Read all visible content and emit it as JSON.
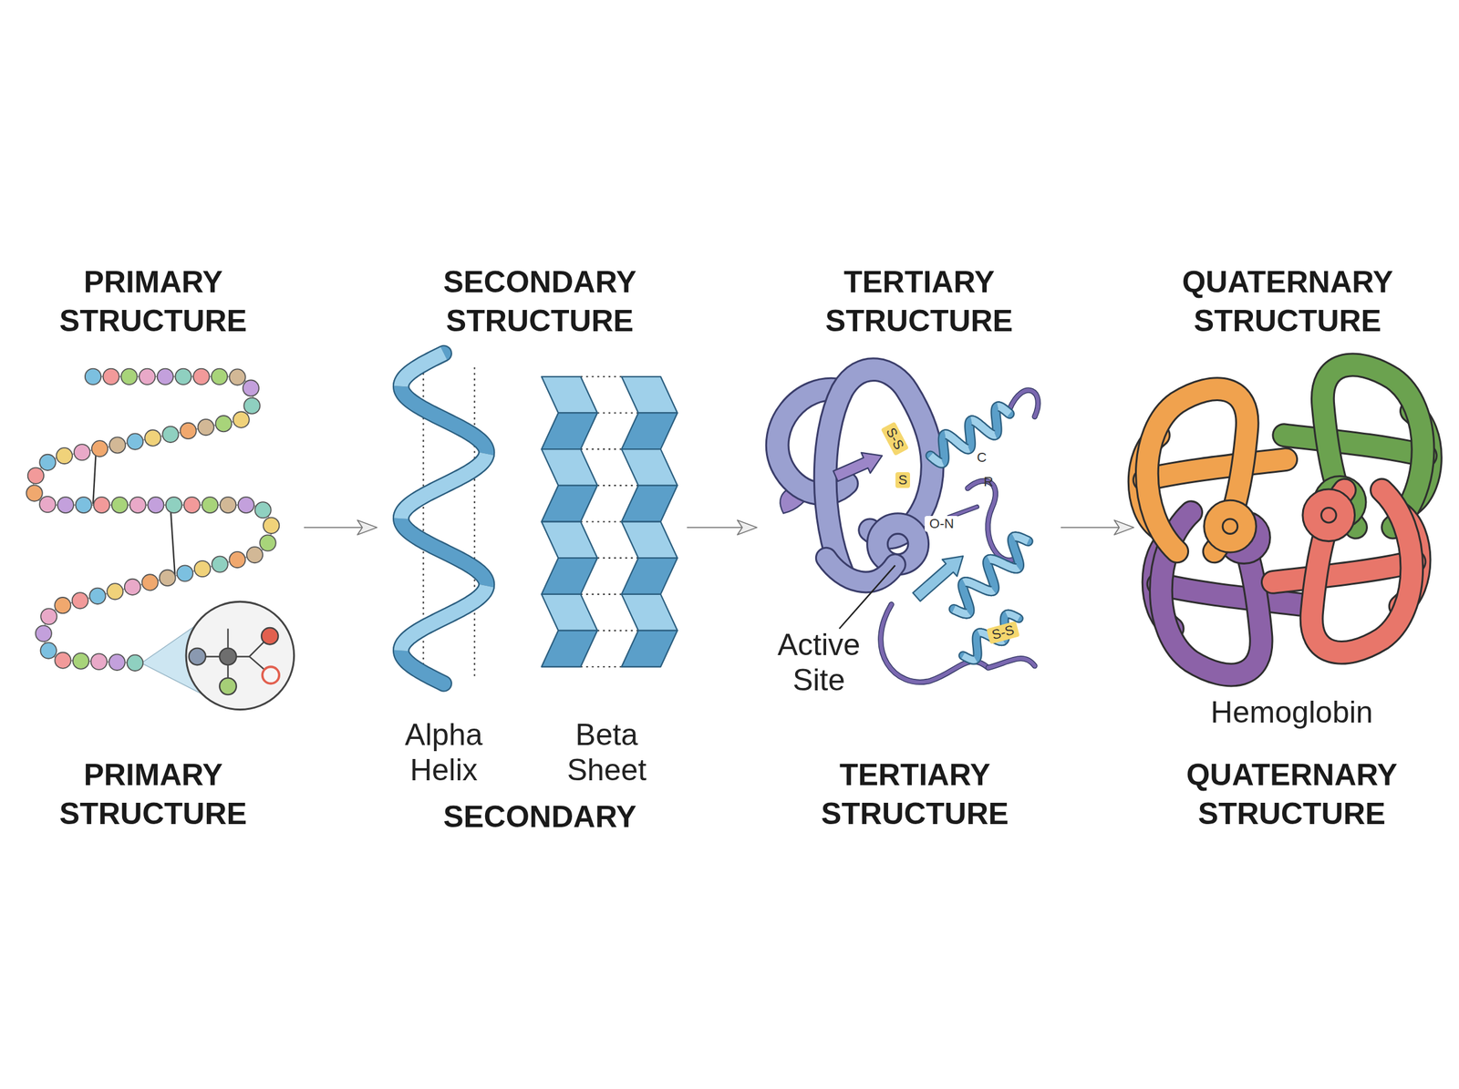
{
  "diagram": {
    "nodes": [
      {
        "text": [
          "PRIMARY STRUCTURE",
          "PRIMARY STRUCTURE"
        ]
      },
      {
        "text": [
          "SECONDARY STRUCTURE",
          "SECONDARY"
        ]
      },
      {
        "text": [
          "TERTIARY STRUCTURE",
          "TERTIARY STRUCTURE"
        ]
      },
      {
        "text": [
          "QUATERNARY STRUCTURE",
          "QUATERNARY STRUCTURE"
        ]
      }
    ],
    "edges": [
      {
        "from": 0,
        "to": 1,
        "arrow": "to"
      },
      {
        "from": 1,
        "to": 2,
        "arrow": "to"
      },
      {
        "from": 2,
        "to": 3,
        "arrow": "to"
      }
    ],
    "labels": [
      "Alpha Helix",
      "Beta Sheet",
      "S-S",
      "S",
      "C",
      "R",
      "O-N",
      "S-S",
      "Active Site",
      "Hemoglobin"
    ]
  }
}
